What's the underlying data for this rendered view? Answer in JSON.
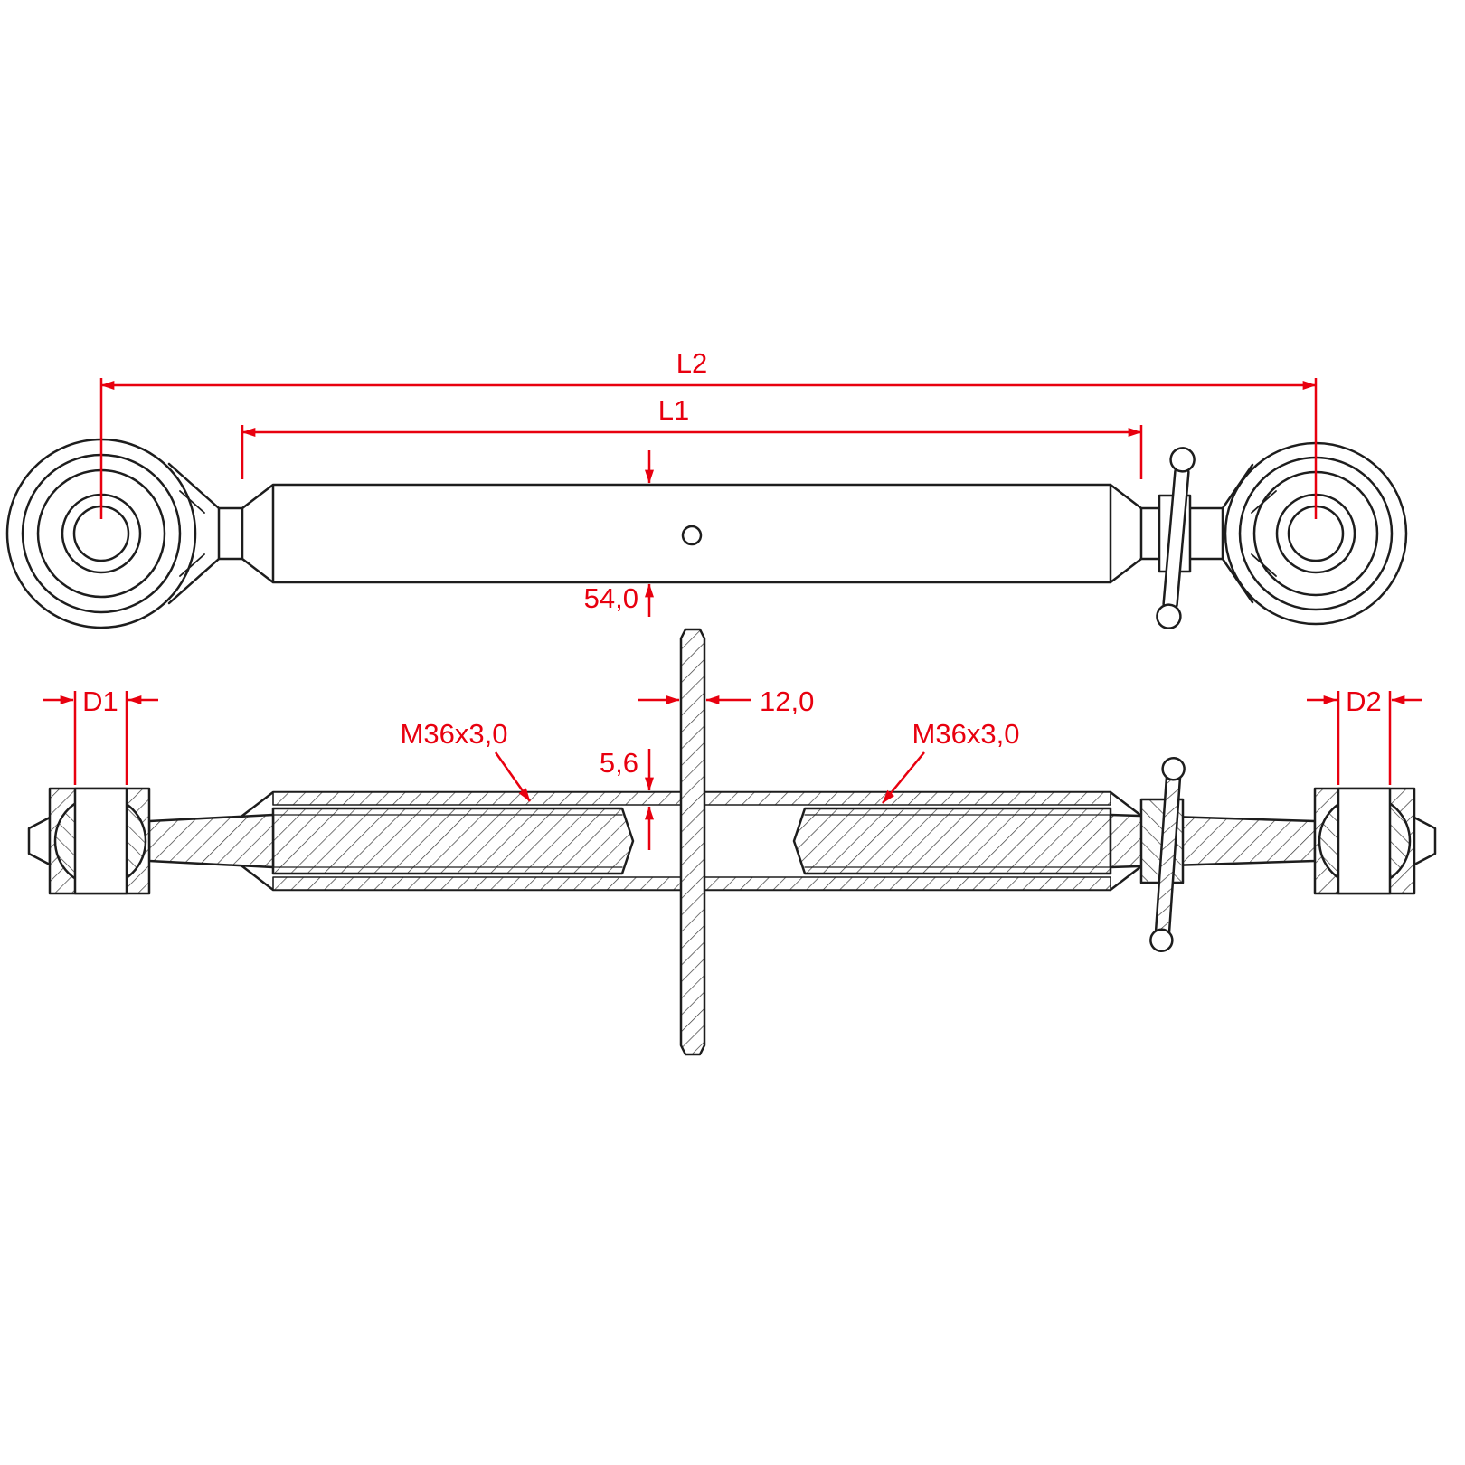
{
  "drawing": {
    "kind": "technical-drawing",
    "subject": "top-link-turnbuckle-with-ball-joints",
    "colors": {
      "dimension": "#e8000f",
      "line": "#1d1d1d",
      "background": "#ffffff"
    },
    "dimensions": {
      "l2": "L2",
      "l1": "L1",
      "tube_diameter": "54,0",
      "bore_left": "D1",
      "bore_right": "D2",
      "handle_width": "12,0",
      "wall_thickness": "5,6",
      "thread_left": "M36x3,0",
      "thread_right": "M36x3,0"
    }
  }
}
